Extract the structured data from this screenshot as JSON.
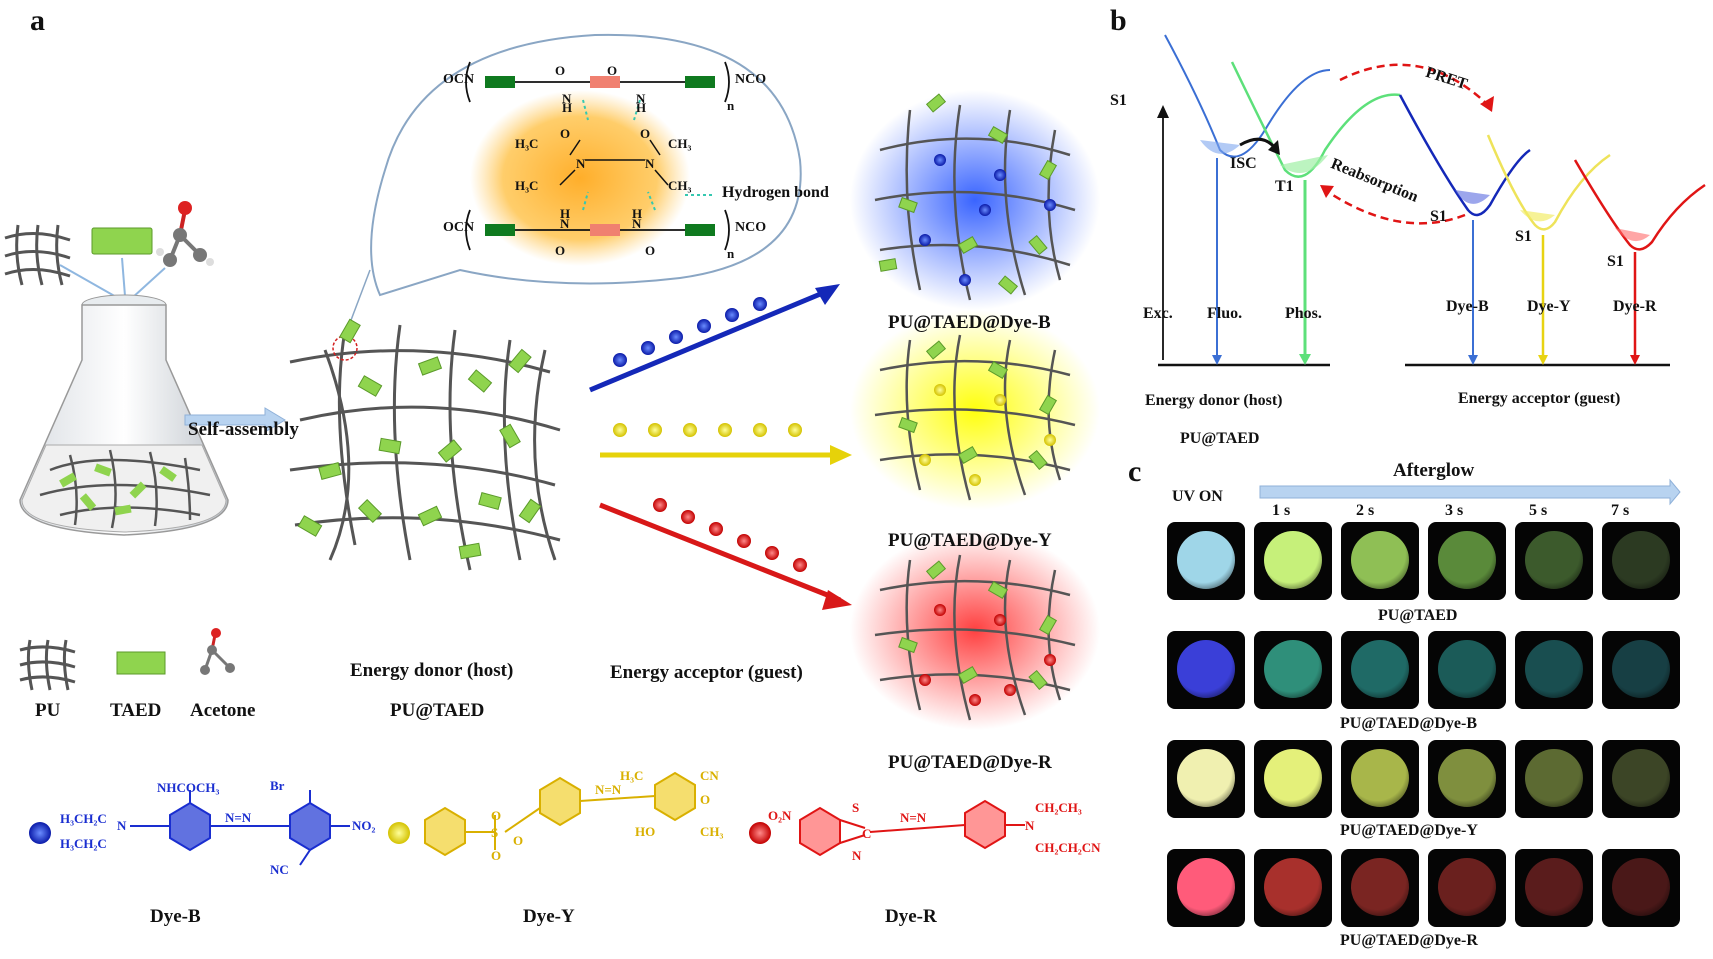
{
  "panels": {
    "a": "a",
    "b": "b",
    "c": "c"
  },
  "panel_a": {
    "self_assembly": "Self-assembly",
    "legend": {
      "pu": "PU",
      "taed": "TAED",
      "acetone": "Acetone"
    },
    "donor_label": "Energy donor (host)",
    "donor_name": "PU@TAED",
    "acceptor_label": "Energy acceptor (guest)",
    "hydrogen_bond": "Hydrogen bond",
    "polymer": {
      "ocn": "OCN",
      "nco": "NCO",
      "n": "n"
    },
    "results": [
      "PU@TAED@Dye-B",
      "PU@TAED@Dye-Y",
      "PU@TAED@Dye-R"
    ],
    "dyes": [
      {
        "name": "Dye-B",
        "color": "#1525c9"
      },
      {
        "name": "Dye-Y",
        "color": "#e8d312"
      },
      {
        "name": "Dye-R",
        "color": "#e01515"
      }
    ]
  },
  "panel_b": {
    "levels": {
      "s1_donor": "S1",
      "t1": "T1",
      "s1_b": "S1",
      "s1_y": "S1",
      "s1_r": "S1"
    },
    "isc": "ISC",
    "pret": "PRET",
    "reabsorption": "Reabsorption",
    "transitions": [
      "Exc.",
      "Fluo.",
      "Phos.",
      "Dye-B",
      "Dye-Y",
      "Dye-R"
    ],
    "donor_label": "Energy donor (host)",
    "donor_name": "PU@TAED",
    "acceptor_label": "Energy acceptor (guest)"
  },
  "panel_c": {
    "afterglow": "Afterglow",
    "uv_on": "UV ON",
    "times": [
      "1 s",
      "2 s",
      "3 s",
      "5 s",
      "7 s"
    ],
    "rows": [
      {
        "name": "PU@TAED",
        "uv": "#9fd6e8",
        "glow": [
          "#c6f07a",
          "#8fbf55",
          "#5a8a3a",
          "#3c5a2c",
          "#2c3a22"
        ]
      },
      {
        "name": "PU@TAED@Dye-B",
        "uv": "#3a3fd8",
        "glow": [
          "#2f8f7a",
          "#1f6a66",
          "#1b5b58",
          "#194e50",
          "#173f44"
        ]
      },
      {
        "name": "PU@TAED@Dye-Y",
        "uv": "#f0f0b0",
        "glow": [
          "#e4f07a",
          "#a8b64a",
          "#7f8f3e",
          "#5c6a32",
          "#3c4526"
        ]
      },
      {
        "name": "PU@TAED@Dye-R",
        "uv": "#ff5b7a",
        "glow": [
          "#a8302c",
          "#7a2522",
          "#6a201e",
          "#5a1c1c",
          "#4a1818"
        ]
      }
    ]
  }
}
